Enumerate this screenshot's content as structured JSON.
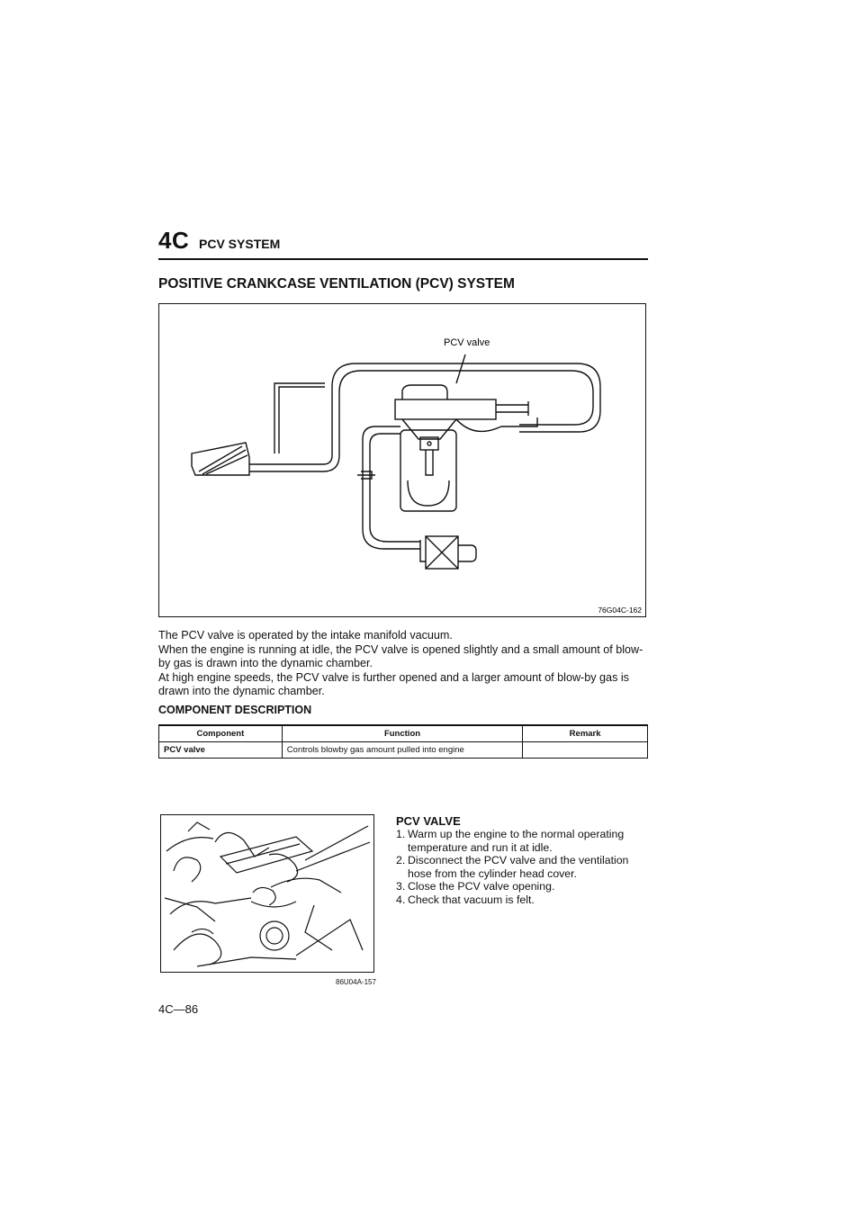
{
  "header": {
    "section_code": "4C",
    "section_name": "PCV SYSTEM"
  },
  "title": "POSITIVE CRANKCASE VENTILATION (PCV) SYSTEM",
  "figure1": {
    "label": "PCV valve",
    "code": "76G04C-162"
  },
  "description": [
    "The PCV valve is operated by the intake manifold vacuum.",
    "When the engine is running at idle, the PCV valve is opened slightly and a small amount of blow-by gas is drawn into the dynamic chamber.",
    "At high engine speeds, the PCV valve is further opened and a larger amount of blow-by gas is drawn into the dynamic chamber."
  ],
  "component_description": {
    "heading": "COMPONENT DESCRIPTION",
    "columns": [
      "Component",
      "Function",
      "Remark"
    ],
    "rows": [
      [
        "PCV valve",
        "Controls blowby gas amount pulled into engine",
        ""
      ]
    ]
  },
  "figure2": {
    "code": "86U04A-157"
  },
  "pcv_valve": {
    "heading": "PCV VALVE",
    "steps": [
      {
        "num": "1.",
        "text": "Warm up the engine to the normal operating temperature and run it at idle."
      },
      {
        "num": "2.",
        "text": "Disconnect the PCV valve and the ventilation hose from the cylinder head cover."
      },
      {
        "num": "3.",
        "text": "Close the PCV valve opening."
      },
      {
        "num": "4.",
        "text": "Check that vacuum is felt."
      }
    ]
  },
  "page_number": "4C—86"
}
